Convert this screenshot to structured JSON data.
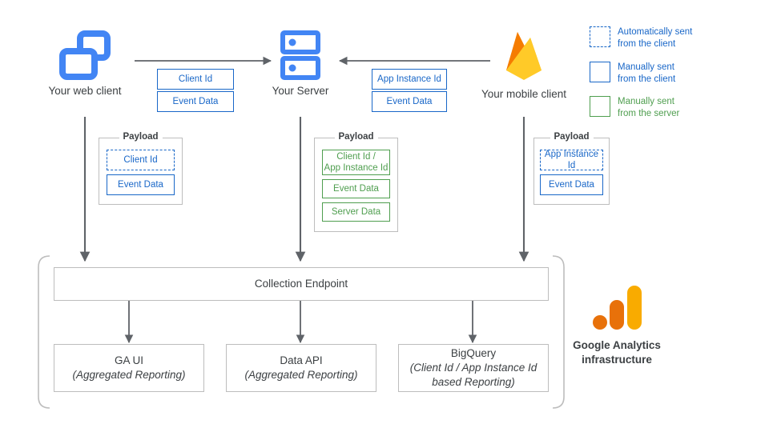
{
  "diagram": {
    "title": "Google Analytics data collection flow",
    "colors": {
      "blue": "#1967c8",
      "green": "#4f9e4f",
      "grey_border": "#bdbdbd",
      "arrow": "#5f6368",
      "text": "#3c4043",
      "icon_blue": "#4285f4",
      "firebase_orange": "#f57c00",
      "firebase_yellow": "#ffc400",
      "ga_orange_dot": "#e8710a",
      "ga_orange_bar": "#e8710a",
      "ga_yellow_bar": "#f9ab00"
    }
  },
  "nodes": {
    "web_client": {
      "label": "Your web client",
      "icon": "browser-windows-icon"
    },
    "server": {
      "label": "Your Server",
      "icon": "server-rack-icon"
    },
    "mobile_client": {
      "label": "Your mobile client",
      "icon": "firebase-flame-icon"
    }
  },
  "transfers": {
    "web_to_server": {
      "chips": [
        "Client Id",
        "Event Data"
      ],
      "direction": "right"
    },
    "mobile_to_server": {
      "chips": [
        "App Instance Id",
        "Event Data"
      ],
      "direction": "left"
    }
  },
  "payloads": {
    "web": {
      "title": "Payload",
      "items": [
        {
          "label": "Client Id",
          "style": "blue-dashed"
        },
        {
          "label": "Event Data",
          "style": "blue"
        }
      ]
    },
    "server": {
      "title": "Payload",
      "items": [
        {
          "label": "Client Id /\nApp Instance Id",
          "style": "green"
        },
        {
          "label": "Event Data",
          "style": "green"
        },
        {
          "label": "Server Data",
          "style": "green"
        }
      ]
    },
    "mobile": {
      "title": "Payload",
      "items": [
        {
          "label": "App Instance Id",
          "style": "blue-dashed"
        },
        {
          "label": "Event Data",
          "style": "blue"
        }
      ]
    }
  },
  "infrastructure": {
    "collection_endpoint": "Collection Endpoint",
    "outputs": [
      {
        "name": "GA UI",
        "sub": "(Aggregated Reporting)"
      },
      {
        "name": "Data API",
        "sub": "(Aggregated Reporting)"
      },
      {
        "name": "BigQuery",
        "sub": "(Client Id / App Instance Id\nbased Reporting)"
      }
    ],
    "caption": "Google Analytics\ninfrastructure",
    "logo": "google-analytics-bars-icon"
  },
  "legend": [
    {
      "swatch": "dashed-blue-square",
      "text": "Automatically sent\nfrom the client",
      "color": "blue"
    },
    {
      "swatch": "solid-blue-square",
      "text": "Manually sent\nfrom the client",
      "color": "blue"
    },
    {
      "swatch": "solid-green-square",
      "text": "Manually sent\nfrom the server",
      "color": "green"
    }
  ]
}
